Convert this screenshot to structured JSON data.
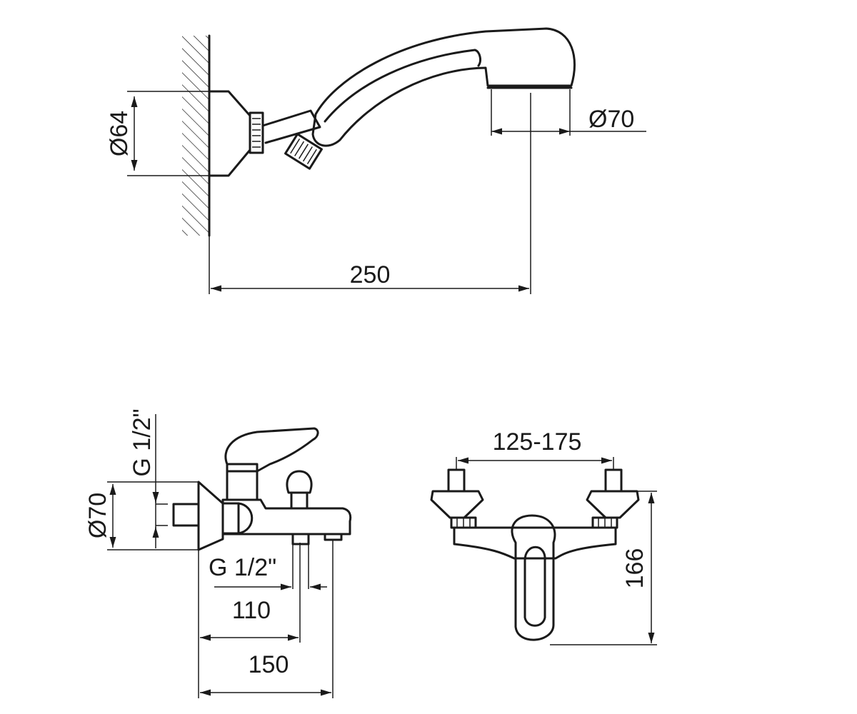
{
  "shower_head": {
    "wall_flange_diameter": "Ø64",
    "head_diameter": "Ø70",
    "projection": "250"
  },
  "mixer_side": {
    "thread_top": "G 1/2\"",
    "flange_diameter": "Ø70",
    "thread_bottom": "G 1/2\"",
    "spout_offset": "110",
    "spout_length": "150"
  },
  "mixer_front": {
    "center_distance": "125-175",
    "height": "166"
  }
}
